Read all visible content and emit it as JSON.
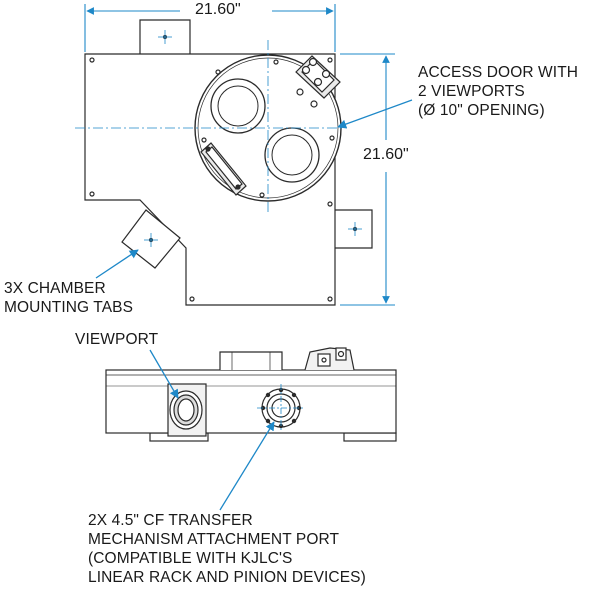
{
  "dimensions": {
    "width_label": "21.60\"",
    "height_label": "21.60\""
  },
  "callouts": {
    "access_door": [
      "ACCESS DOOR WITH",
      "2 VIEWPORTS",
      "(Ø 10\" OPENING)"
    ],
    "mounting_tabs": [
      "3X CHAMBER",
      "MOUNTING TABS"
    ],
    "viewport": [
      "VIEWPORT"
    ],
    "transfer_port": [
      "2X 4.5\" CF TRANSFER",
      "MECHANISM ATTACHMENT PORT",
      "(COMPATIBLE WITH KJLC'S",
      "LINEAR RACK AND PINION DEVICES)"
    ]
  },
  "colors": {
    "line": "#2b2b2b",
    "dimension": "#1e88c8",
    "callout_arrow": "#1e88c8",
    "fill": "#f2f2f2"
  }
}
